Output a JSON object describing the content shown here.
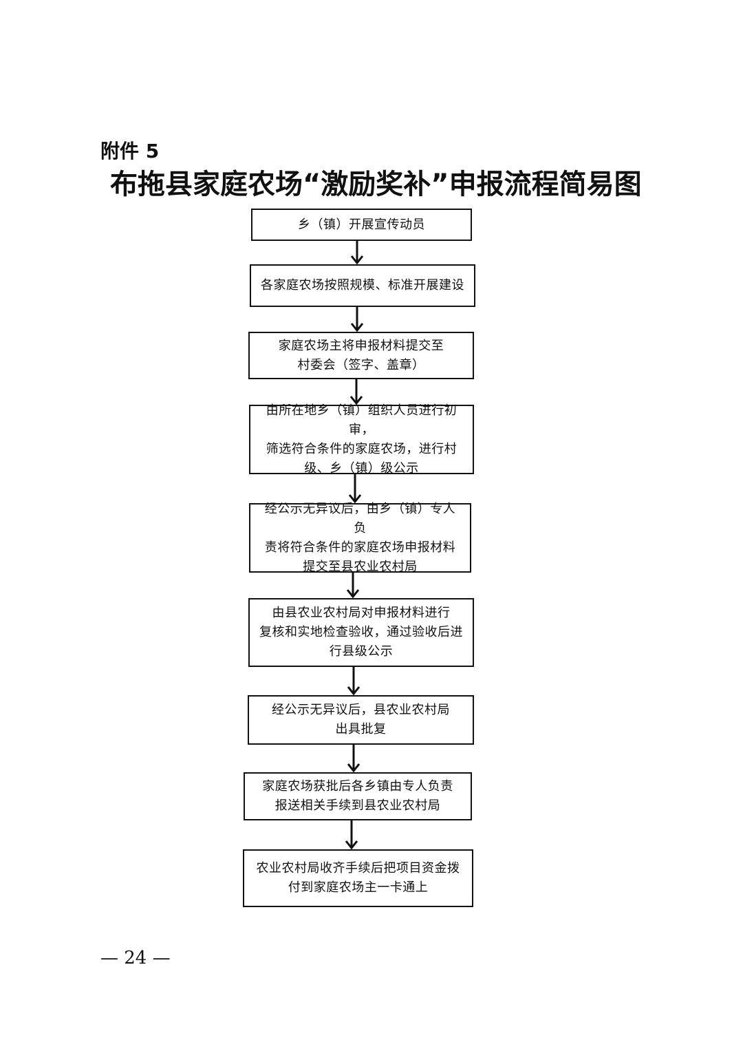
{
  "header": {
    "attachment_label": "附件 5",
    "title": "布拖县家庭农场“激励奖补”申报流程简易图"
  },
  "flowchart": {
    "steps": [
      "乡（镇）开展宣传动员",
      "各家庭农场按照规模、标准开展建设",
      "家庭农场主将申报材料提交至\n村委会（签字、盖章）",
      "由所在地乡（镇）组织人员进行初审，\n筛选符合条件的家庭农场，进行村\n级、乡（镇）级公示",
      "经公示无异议后，由乡（镇）专人负\n责将符合条件的家庭农场申报材料\n提交至县农业农村局",
      "由县农业农村局对申报材料进行\n复核和实地检查验收，通过验收后进\n行县级公示",
      "经公示无异议后，县农业农村局\n出具批复",
      "家庭农场获批后各乡镇由专人负责\n报送相关手续到县农业农村局",
      "农业农村局收齐手续后把项目资金拨\n付到家庭农场主一卡通上"
    ],
    "arrow_icon": "down-arrow-icon"
  },
  "footer": {
    "page_number": "— 24 —"
  }
}
